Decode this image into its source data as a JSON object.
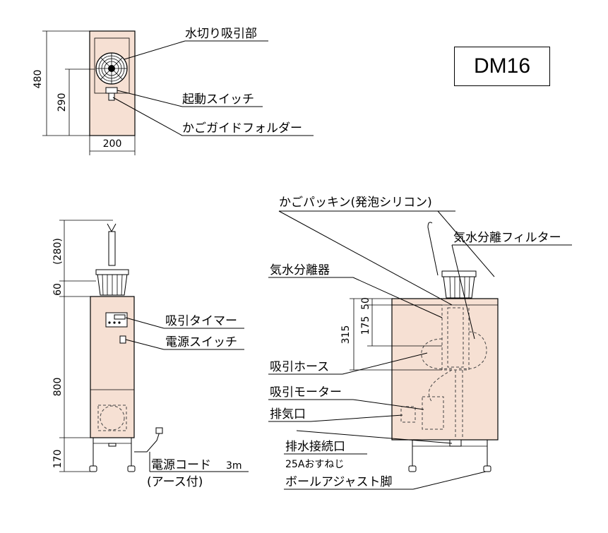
{
  "model": "DM16",
  "colors": {
    "body": "#f6e0d3",
    "line": "#000000"
  },
  "top_view": {
    "labels": {
      "drain_suction": "水切り吸引部",
      "start_switch": "起動スイッチ",
      "basket_guide_holder": "かごガイドフォルダー"
    },
    "dims": {
      "height_total": "480",
      "height_inner": "290",
      "width": "200"
    }
  },
  "front_view": {
    "labels": {
      "suction_timer": "吸引タイマー",
      "power_switch": "電源スイッチ",
      "power_cord": "電源コード",
      "power_cord_length": "3m",
      "power_cord_note": "(アース付)"
    },
    "dims": {
      "handle": "(280)",
      "basket": "60",
      "body": "800",
      "legs": "170"
    }
  },
  "side_view": {
    "labels": {
      "basket_packing": "かごパッキン(発泡シリコン)",
      "separation_filter": "気水分離フィルター",
      "separator": "気水分離器",
      "suction_hose": "吸引ホース",
      "suction_motor": "吸引モーター",
      "exhaust_port": "排気口",
      "drain_port": "排水接続口",
      "drain_thread": "25Aおすねじ",
      "ball_adjust_leg": "ボールアジャスト脚"
    },
    "dims": {
      "d315": "315",
      "d175": "175",
      "d50": "50"
    }
  }
}
